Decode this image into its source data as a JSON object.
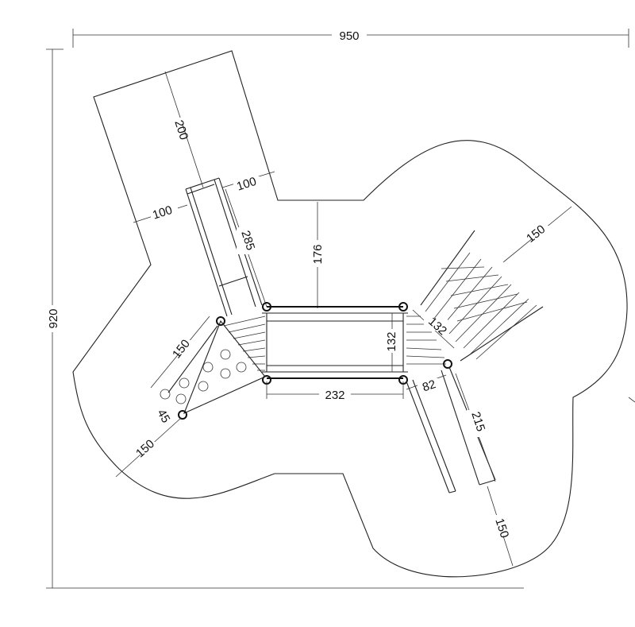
{
  "dimensions": {
    "overall_width": "950",
    "overall_height": "920",
    "slide_length": "200",
    "slide_side_left": "100",
    "slide_side_right": "100",
    "slide_run": "285",
    "central_gap": "176",
    "stair_zone": "150",
    "platform_depth": "132",
    "stair_width": "132",
    "platform_width": "232",
    "climber_width": "150",
    "climber_offset": "45",
    "left_zone": "150",
    "ramp_offset": "82",
    "ramp_length": "215",
    "bottom_zone": "150"
  }
}
